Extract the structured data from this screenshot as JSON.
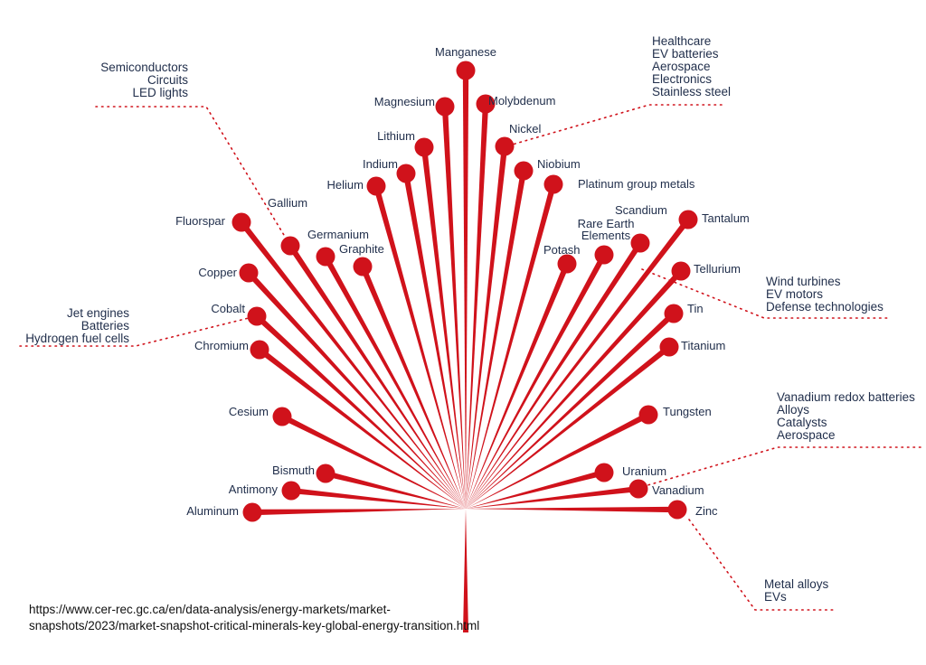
{
  "accent_color": "#d0121b",
  "label_color": "#1f2d4a",
  "minerals": [
    {
      "key": "manganese",
      "name": "Manganese"
    },
    {
      "key": "magnesium",
      "name": "Magnesium"
    },
    {
      "key": "molybdenum",
      "name": "Molybdenum"
    },
    {
      "key": "lithium",
      "name": "Lithium"
    },
    {
      "key": "nickel",
      "name": "Nickel"
    },
    {
      "key": "indium",
      "name": "Indium"
    },
    {
      "key": "niobium",
      "name": "Niobium"
    },
    {
      "key": "helium",
      "name": "Helium"
    },
    {
      "key": "platinum",
      "name": "Platinum group metals"
    },
    {
      "key": "fluorspar",
      "name": "Fluorspar"
    },
    {
      "key": "gallium",
      "name": "Gallium"
    },
    {
      "key": "germanium",
      "name": "Germanium"
    },
    {
      "key": "graphite",
      "name": "Graphite"
    },
    {
      "key": "rare_earth",
      "name": "Rare Earth Elements"
    },
    {
      "key": "scandium",
      "name": "Scandium"
    },
    {
      "key": "tantalum",
      "name": "Tantalum"
    },
    {
      "key": "potash",
      "name": "Potash"
    },
    {
      "key": "copper",
      "name": "Copper"
    },
    {
      "key": "tellurium",
      "name": "Tellurium"
    },
    {
      "key": "cobalt",
      "name": "Cobalt"
    },
    {
      "key": "tin",
      "name": "Tin"
    },
    {
      "key": "chromium",
      "name": "Chromium"
    },
    {
      "key": "titanium",
      "name": "Titanium"
    },
    {
      "key": "cesium",
      "name": "Cesium"
    },
    {
      "key": "tungsten",
      "name": "Tungsten"
    },
    {
      "key": "bismuth",
      "name": "Bismuth"
    },
    {
      "key": "uranium",
      "name": "Uranium"
    },
    {
      "key": "antimony",
      "name": "Antimony"
    },
    {
      "key": "vanadium",
      "name": "Vanadium"
    },
    {
      "key": "aluminum",
      "name": "Aluminum"
    },
    {
      "key": "zinc",
      "name": "Zinc"
    }
  ],
  "use_groups": [
    {
      "key": "gallium",
      "lines": [
        "Semiconductors",
        "Circuits",
        "LED lights"
      ]
    },
    {
      "key": "nickel",
      "lines": [
        "Healthcare",
        "EV batteries",
        "Aerospace",
        "Electronics",
        "Stainless steel"
      ]
    },
    {
      "key": "rare_earth",
      "lines": [
        "Wind turbines",
        "EV motors",
        "Defense technologies"
      ]
    },
    {
      "key": "cobalt",
      "lines": [
        "Jet engines",
        "Batteries",
        "Hydrogen fuel cells"
      ]
    },
    {
      "key": "vanadium",
      "lines": [
        "Vanadium redox batteries",
        "Alloys",
        "Catalysts",
        "Aerospace"
      ]
    },
    {
      "key": "zinc",
      "lines": [
        "Metal alloys",
        "EVs"
      ]
    }
  ],
  "source": {
    "text": "https://www.cer-rec.gc.ca/en/data-analysis/energy-markets/market-snapshots/2023/market-snapshot-critical-minerals-key-global-energy-transition.html"
  }
}
